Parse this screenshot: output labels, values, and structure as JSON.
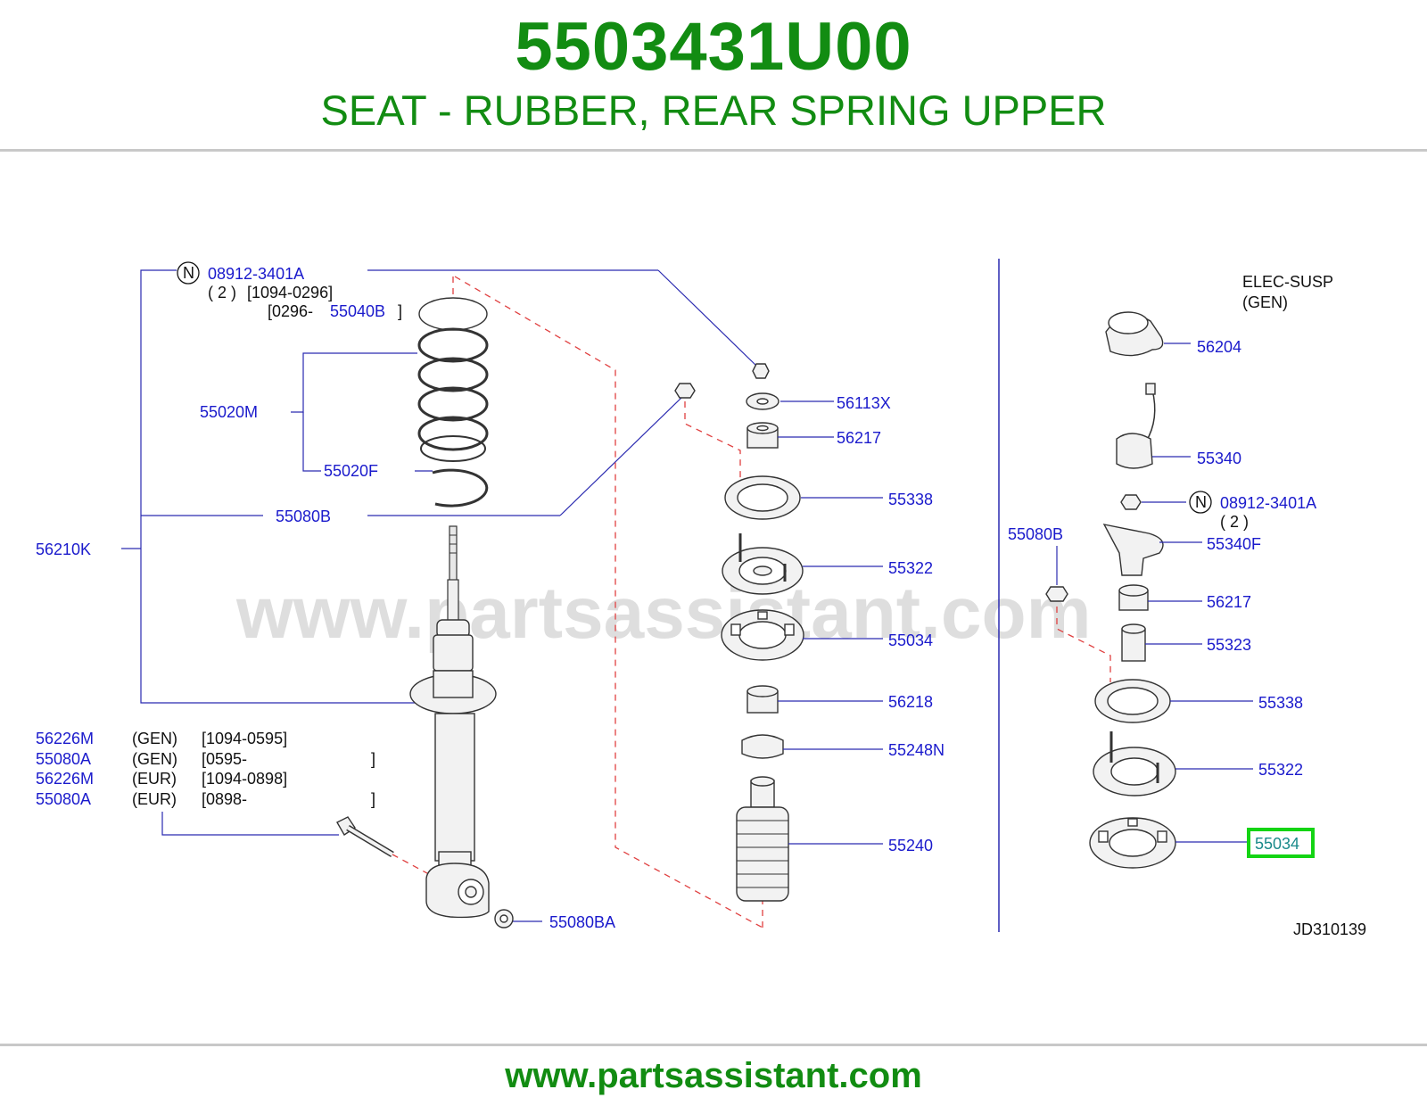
{
  "header": {
    "part_number": "5503431U00",
    "description": "SEAT - RUBBER, REAR SPRING UPPER"
  },
  "diagram": {
    "watermark": "www.partsassistant.com",
    "code": "JD310139",
    "left_labels": {
      "nut_symbol": "N",
      "nut_part": "08912-3401A",
      "nut_qty": "( 2 )",
      "nut_range": "[1094-0296]",
      "spring_range_prefix": "[0296-",
      "spring_part": "55040B",
      "spring_range_suffix": "]",
      "spring_main": "55020M",
      "spring_seat": "55020F",
      "bolt_nut": "55080B",
      "shock_assembly": "56210K",
      "lower_nut": "55080BA"
    },
    "variant_table": [
      {
        "part": "56226M",
        "market": "(GEN)",
        "range": "[1094-0595]"
      },
      {
        "part": "55080A",
        "market": "(GEN)",
        "range": "[0595-",
        "close": "]"
      },
      {
        "part": "56226M",
        "market": "(EUR)",
        "range": "[1094-0898]"
      },
      {
        "part": "55080A",
        "market": "(EUR)",
        "range": "[0898-",
        "close": "]"
      }
    ],
    "center_labels": {
      "washer": "56113X",
      "bushing": "56217",
      "insulator": "55338",
      "mount": "55322",
      "seat_rubber": "55034",
      "bushing_lower": "56218",
      "bound_bumper": "55248N",
      "dust_boot": "55240"
    },
    "right_panel": {
      "title_line1": "ELEC-SUSP",
      "title_line2": "(GEN)",
      "cap": "56204",
      "actuator": "55340",
      "nut_symbol": "N",
      "nut_part": "08912-3401A",
      "nut_qty": "( 2 )",
      "bolt_nut": "55080B",
      "bracket": "55340F",
      "bushing": "56217",
      "spacer": "55323",
      "insulator": "55338",
      "mount": "55322",
      "seat_rubber": "55034"
    },
    "highlight_color": "#14d414",
    "label_color": "#1a1acc"
  },
  "footer": {
    "url": "www.partsassistant.com"
  }
}
